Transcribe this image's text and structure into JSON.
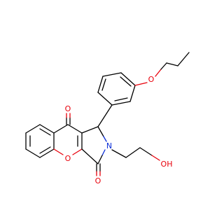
{
  "colors": {
    "background": "#ffffff",
    "carbon_bond": "#000000",
    "oxygen": "#e8000b",
    "nitrogen": "#0a2dd8"
  },
  "atoms": {
    "ketone_oxygen": "O",
    "ring_oxygen": "O",
    "lactam_oxygen": "O",
    "nitrogen": "N",
    "ether_oxygen": "O",
    "hydroxyl": "OH"
  }
}
